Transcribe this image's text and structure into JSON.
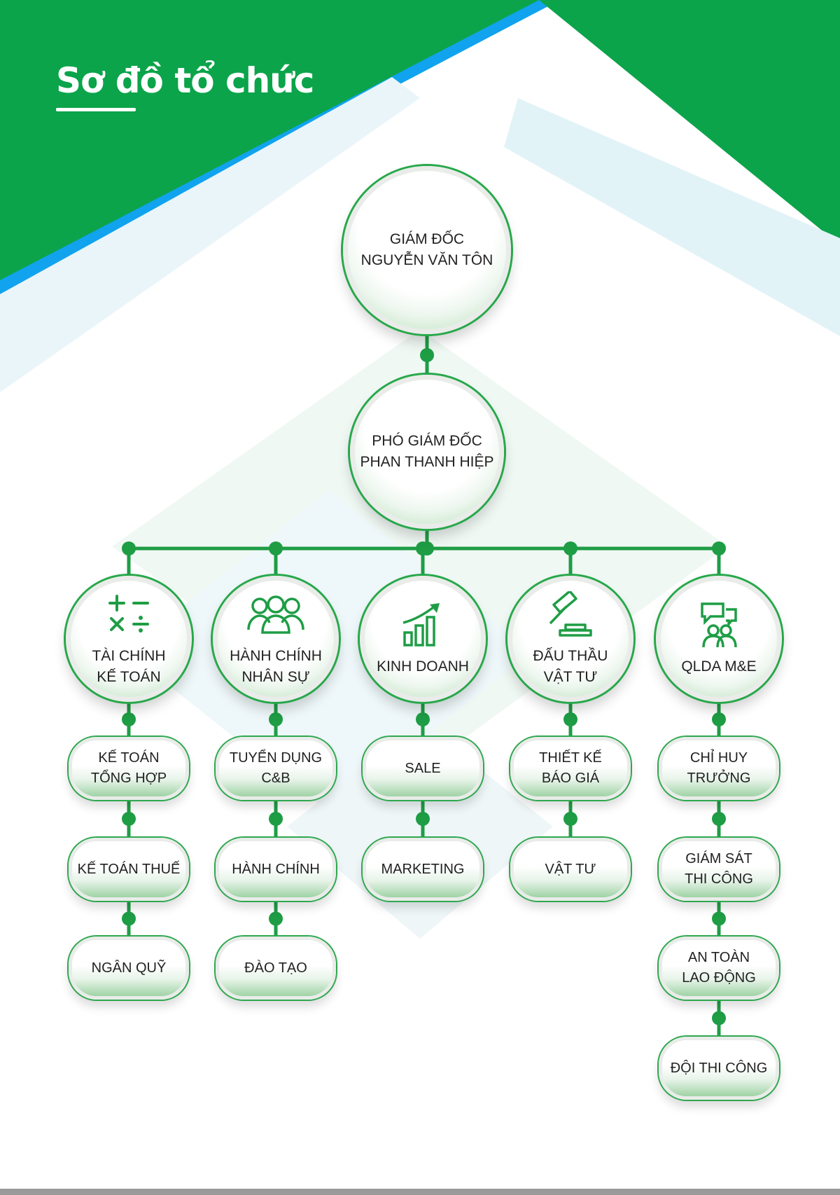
{
  "title": "Sơ đồ tổ chức",
  "colors": {
    "green": "#0ba44a",
    "blue": "#11a3ee",
    "line": "#1e9d45"
  },
  "director": {
    "line1": "GIÁM ĐỐC",
    "line2": "NGUYỄN VĂN TÔN"
  },
  "deputy": {
    "line1": "PHÓ GIÁM ĐỐC",
    "line2": "PHAN THANH HIỆP"
  },
  "departments": [
    {
      "label": "TÀI CHÍNH\nKẾ TOÁN",
      "icon": "calculator-icon",
      "subs": [
        "KẾ TOÁN\nTỔNG HỢP",
        "KẾ TOÁN THUẾ",
        "NGÂN QUỸ"
      ]
    },
    {
      "label": "HÀNH CHÍNH\nNHÂN SỰ",
      "icon": "people-icon",
      "subs": [
        "TUYỂN DỤNG\nC&B",
        "HÀNH CHÍNH",
        "ĐÀO TẠO"
      ]
    },
    {
      "label": "KINH DOANH",
      "icon": "growth-chart-icon",
      "subs": [
        "SALE",
        "MARKETING"
      ]
    },
    {
      "label": "ĐẤU THẦU\nVẬT TƯ",
      "icon": "gavel-icon",
      "subs": [
        "THIẾT KẾ\nBÁO GIÁ",
        "VẬT TƯ"
      ]
    },
    {
      "label": "QLDA M&E",
      "icon": "meeting-icon",
      "subs": [
        "CHỈ HUY\nTRƯỞNG",
        "GIÁM SÁT\nTHI CÔNG",
        "AN TOÀN\nLAO ĐỘNG",
        "ĐỘI THI CÔNG"
      ]
    }
  ]
}
